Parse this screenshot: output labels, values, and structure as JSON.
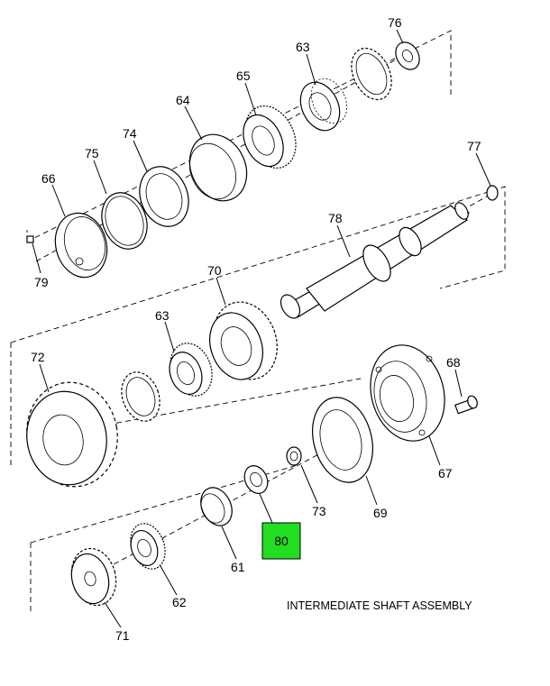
{
  "diagram": {
    "title": "INTERMEDIATE SHAFT ASSEMBLY",
    "highlight_color": "#22dd22",
    "callouts": {
      "c76": "76",
      "c63a": "63",
      "c65": "65",
      "c64": "64",
      "c74": "74",
      "c75": "75",
      "c66": "66",
      "c79": "79",
      "c77": "77",
      "c78": "78",
      "c70": "70",
      "c63b": "63",
      "c72": "72",
      "c68": "68",
      "c67": "67",
      "c69": "69",
      "c73": "73",
      "c80": "80",
      "c61": "61",
      "c62": "62",
      "c71": "71"
    }
  }
}
